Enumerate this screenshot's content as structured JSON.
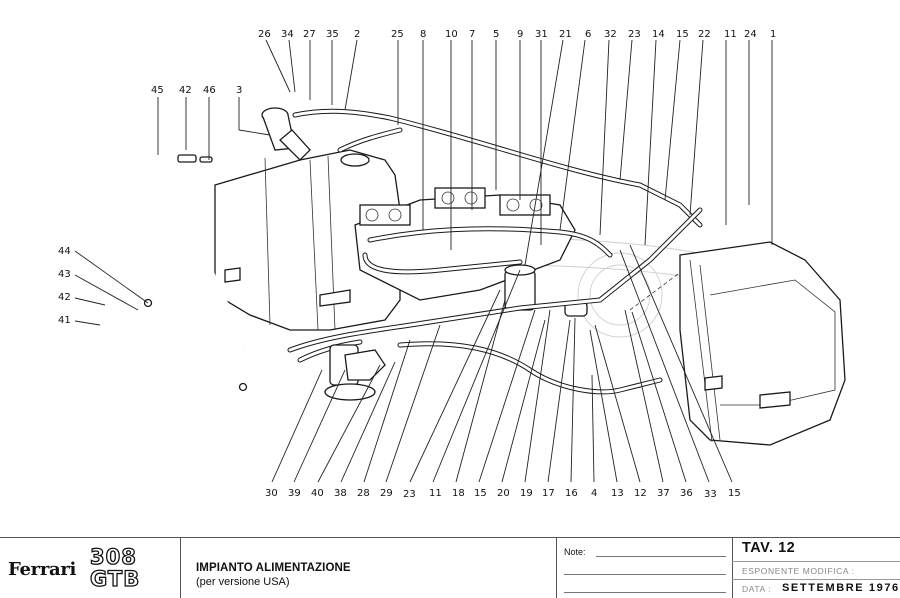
{
  "drawing": {
    "title": "Fuel system exploded view",
    "callouts_top": [
      "26",
      "34",
      "27",
      "35",
      "2",
      "25",
      "8",
      "10",
      "7",
      "5",
      "9",
      "31",
      "21",
      "6",
      "32",
      "23",
      "14",
      "15",
      "22",
      "11",
      "24",
      "1"
    ],
    "callouts_left_top": [
      "45",
      "42",
      "46",
      "3"
    ],
    "callouts_left_side": [
      "44",
      "43",
      "42",
      "41"
    ],
    "callouts_bottom": [
      "30",
      "39",
      "40",
      "38",
      "28",
      "29",
      "23",
      "11",
      "18",
      "15",
      "20",
      "19",
      "17",
      "16",
      "4",
      "13",
      "12",
      "37",
      "36",
      "33",
      "15"
    ]
  },
  "titleblock": {
    "brand": "Ferrari",
    "model_line1": "308",
    "model_line2": "GTB",
    "description": "IMPIANTO ALIMENTAZIONE",
    "subdescription": "(per versione USA)",
    "notes_label": "Note:",
    "plate_label": "TAV.",
    "plate_number": "12",
    "plate_title": "TAV.  12",
    "revision_label": "ESPONENTE  MODIFICA :",
    "date_label": "DATA :",
    "date_value": "SETTEMBRE 1976"
  }
}
